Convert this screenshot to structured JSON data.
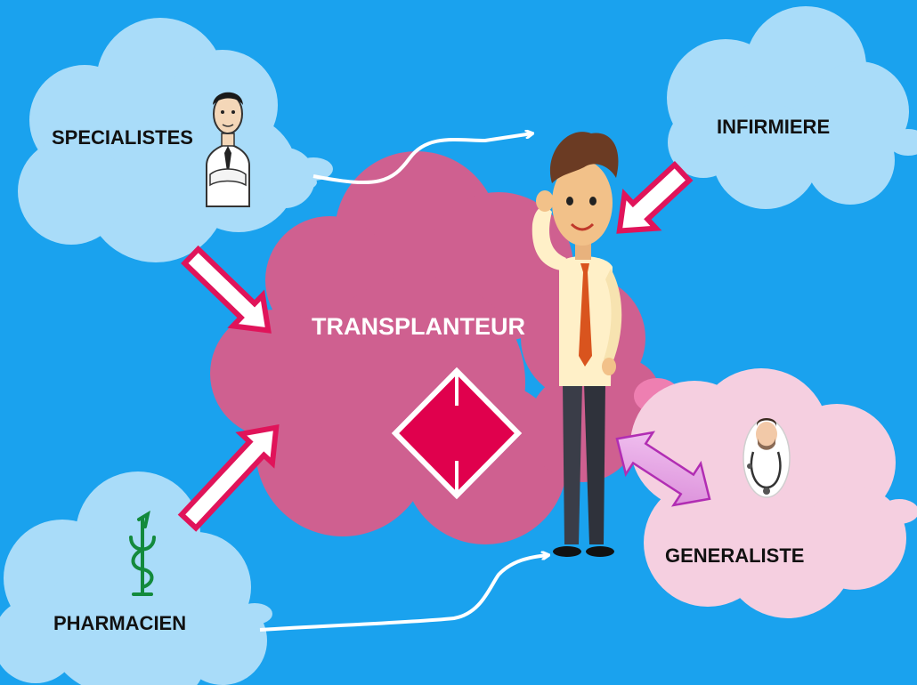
{
  "diagram": {
    "nodes": {
      "specialistes": {
        "label": "SPECIALISTES",
        "icon": "specialist-icon"
      },
      "infirmiere": {
        "label": "INFIRMIERE"
      },
      "transplanteur": {
        "label": "TRANSPLANTEUR",
        "icon": "diamond-sign-icon"
      },
      "generaliste": {
        "label": "GENERALISTE",
        "icon": "doctor-stethoscope-icon"
      },
      "pharmacien": {
        "label": "PHARMACIEN",
        "icon": "caduceus-icon"
      },
      "patient": {
        "icon": "patient-figure-icon"
      }
    },
    "edges": [
      {
        "from": "specialistes",
        "to": "patient",
        "style": "curved-line"
      },
      {
        "from": "specialistes",
        "to": "transplanteur",
        "style": "block-arrow"
      },
      {
        "from": "pharmacien",
        "to": "transplanteur",
        "style": "block-arrow"
      },
      {
        "from": "pharmacien",
        "to": "patient",
        "style": "curved-line"
      },
      {
        "from": "infirmiere",
        "to": "patient",
        "style": "block-arrow"
      },
      {
        "from": "generaliste",
        "to": "patient",
        "style": "double-arrow"
      }
    ]
  },
  "colors": {
    "background": "#1aa2ee",
    "blue_cloud": "#a9dcf9",
    "pink_cloud": "#cf6090",
    "light_pink_cloud": "#f5cfe0",
    "arrow_border": "#e0145a",
    "diamond": "#e0004d",
    "double_arrow": "#e9a3e8"
  }
}
